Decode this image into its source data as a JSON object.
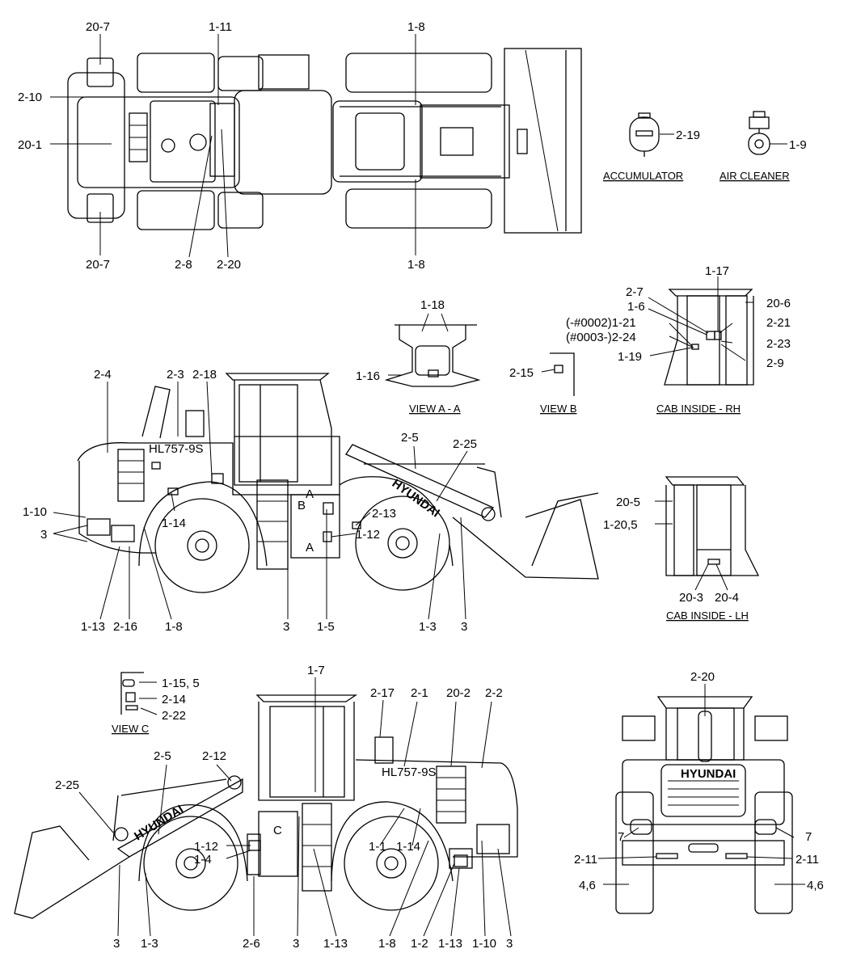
{
  "labels": {
    "l20_7_top": "20-7",
    "l1_11": "1-11",
    "l1_8_top": "1-8",
    "l2_10": "2-10",
    "l20_1": "20-1",
    "l2_19": "2-19",
    "l1_9": "1-9",
    "l20_7_bot": "20-7",
    "l2_8": "2-8",
    "l2_20_top": "2-20",
    "l1_8_mid": "1-8",
    "l1_17": "1-17",
    "l2_7": "2-7",
    "l1_6": "1-6",
    "l20_6": "20-6",
    "l1_21": "(-#0002)1-21",
    "l2_21": "2-21",
    "l2_24": "(#0003-)2-24",
    "l2_23": "2-23",
    "l1_19": "1-19",
    "l2_9": "2-9",
    "l1_18": "1-18",
    "l1_16": "1-16",
    "l2_15": "2-15",
    "l2_4": "2-4",
    "l2_3": "2-3",
    "l2_18": "2-18",
    "l2_5_r": "2-5",
    "l2_25_r": "2-25",
    "l2_13": "2-13",
    "l1_12_r": "1-12",
    "l1_10_l": "1-10",
    "l3_l": "3",
    "l1_14_l": "1-14",
    "l1_13_l": "1-13",
    "l2_16": "2-16",
    "l1_8_l": "1-8",
    "l3_m": "3",
    "l1_5": "1-5",
    "l1_3_r": "1-3",
    "l3_r": "3",
    "l20_5": "20-5",
    "l1_20": "1-20,5",
    "l20_3": "20-3",
    "l20_4": "20-4",
    "l1_15": "1-15, 5",
    "l2_14": "2-14",
    "l2_22": "2-22",
    "l1_7": "1-7",
    "l2_17": "2-17",
    "l2_1": "2-1",
    "l20_2": "20-2",
    "l2_2": "2-2",
    "l2_20_b": "2-20",
    "l2_5_b": "2-5",
    "l2_12": "2-12",
    "l2_25_b": "2-25",
    "l1_12_b": "1-12",
    "l1_4": "1-4",
    "l1_1": "1-1",
    "l1_14_b": "1-14",
    "l7_l": "7",
    "l7_r": "7",
    "l2_11_l": "2-11",
    "l2_11_r": "2-11",
    "l4_6_l": "4,6",
    "l4_6_r": "4,6",
    "l3_b1": "3",
    "l1_3_b": "1-3",
    "l2_6": "2-6",
    "l3_b2": "3",
    "l1_13_b": "1-13",
    "l1_8_b": "1-8",
    "l1_2": "1-2",
    "l1_13_b2": "1-13",
    "l1_10_b": "1-10",
    "l3_b3": "3"
  },
  "captions": {
    "accumulator": "ACCUMULATOR",
    "air_cleaner": "AIR CLEANER",
    "view_a": "VIEW A - A",
    "view_b": "VIEW B",
    "cab_rh": "CAB INSIDE - RH",
    "cab_lh": "CAB INSIDE - LH",
    "view_c": "VIEW C"
  },
  "markings": {
    "brand": "HYUNDAI",
    "model": "HL757-9S",
    "letter_a": "A",
    "letter_b": "B",
    "letter_c": "C"
  }
}
